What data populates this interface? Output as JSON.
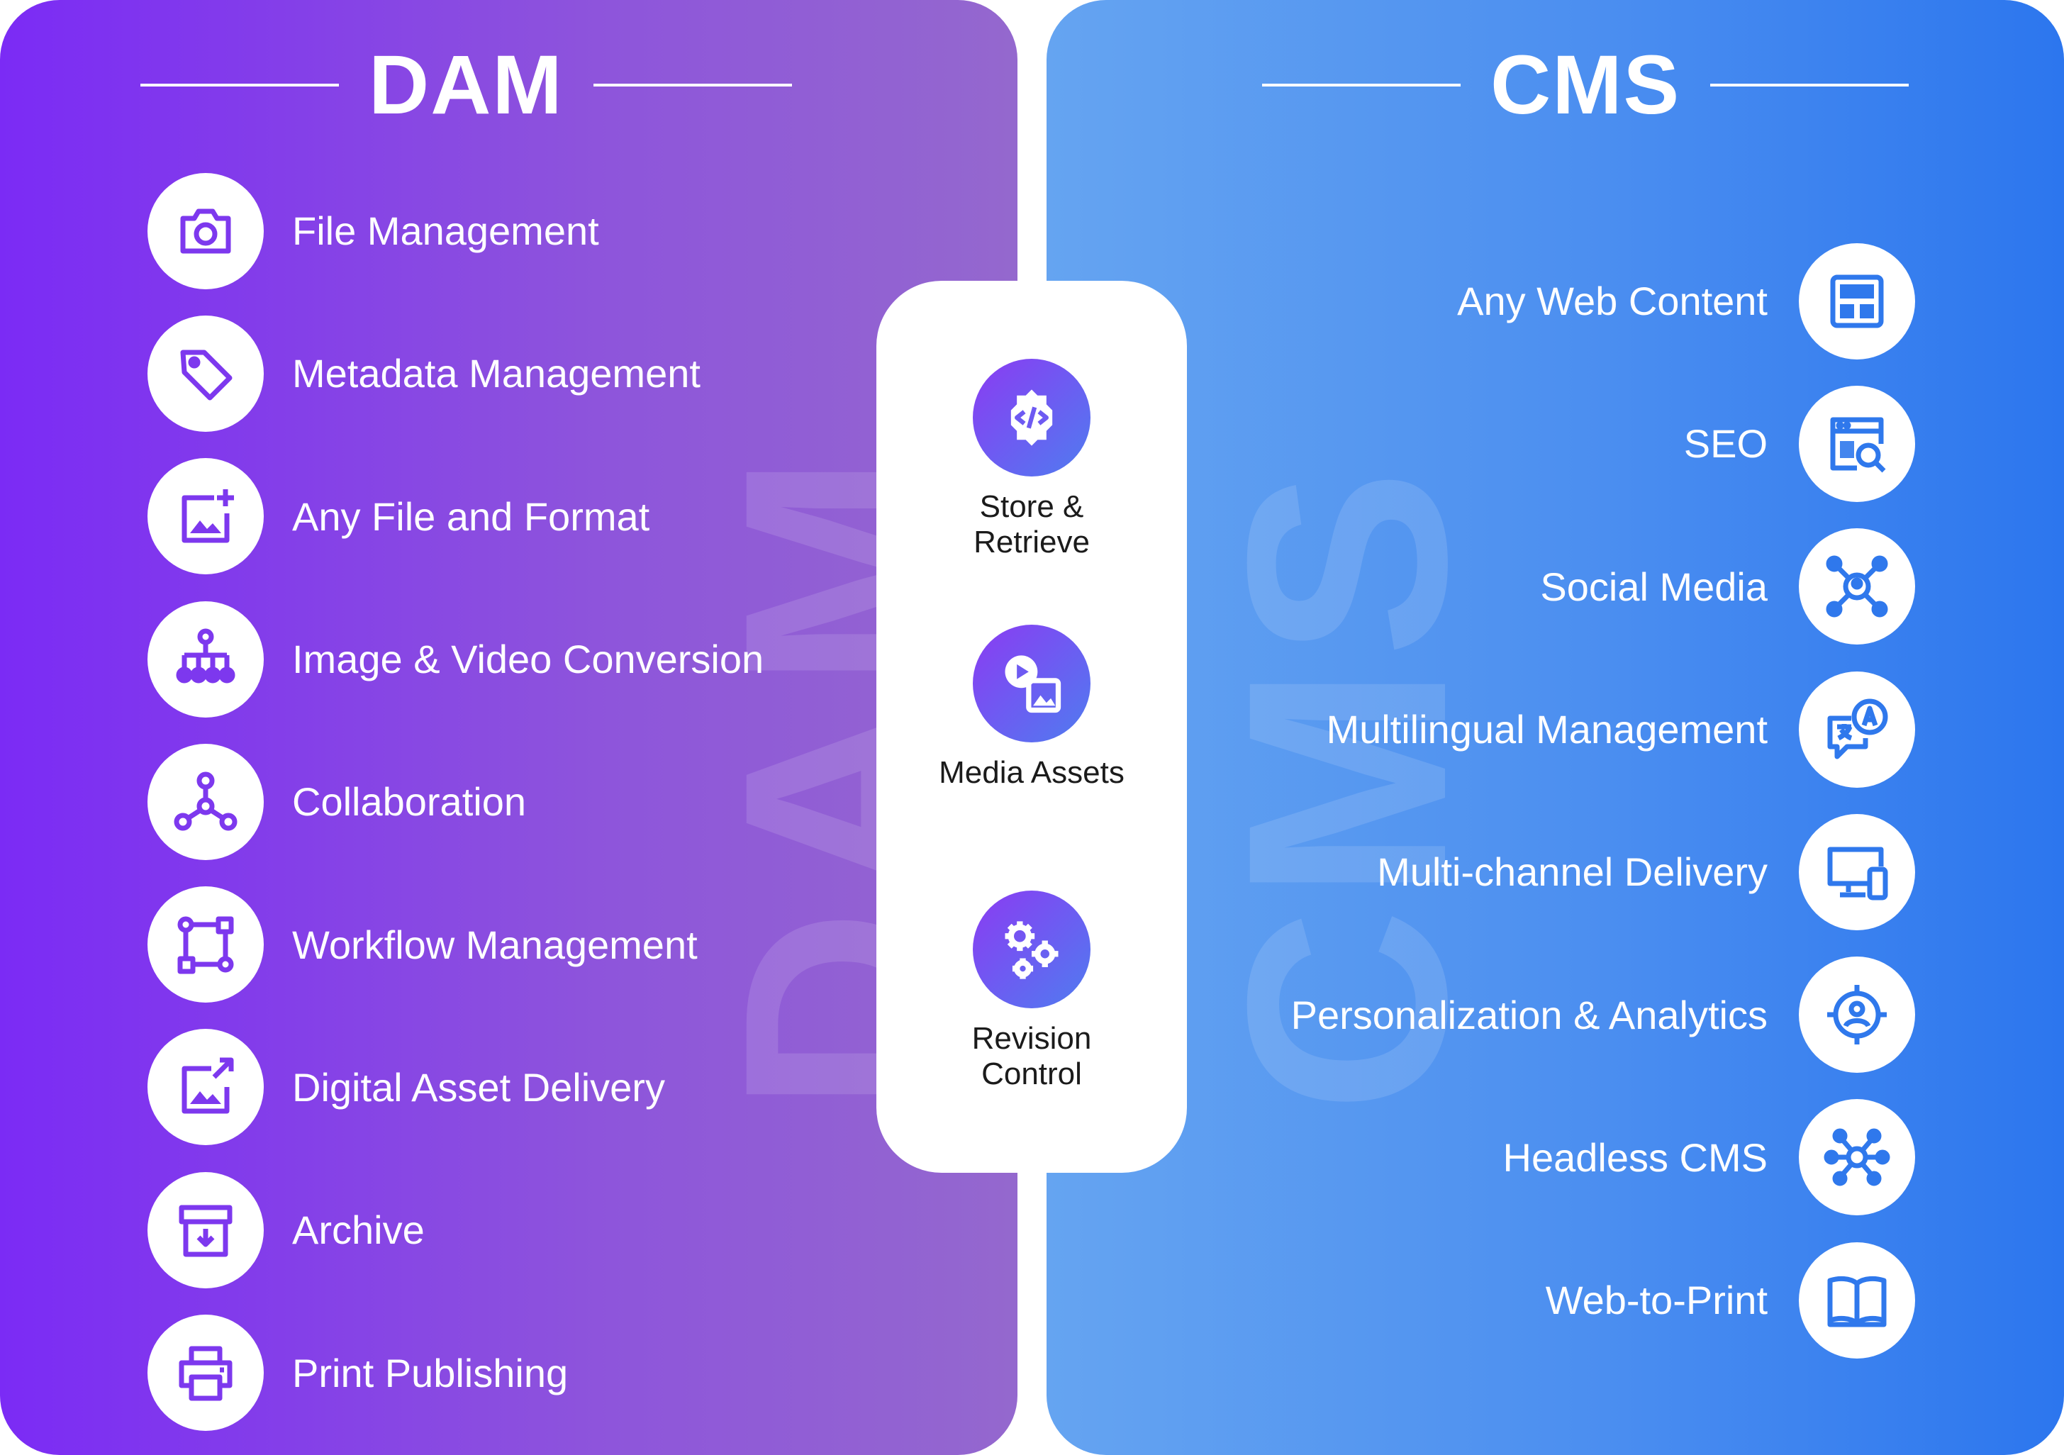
{
  "dam": {
    "title": "DAM",
    "watermark": "DAM",
    "items": [
      {
        "label": "File Management",
        "icon": "camera-icon"
      },
      {
        "label": "Metadata Management",
        "icon": "tag-icon"
      },
      {
        "label": "Any File and Format",
        "icon": "image-add-icon"
      },
      {
        "label": "Image & Video Conversion",
        "icon": "hierarchy-icon"
      },
      {
        "label": "Collaboration",
        "icon": "network-icon"
      },
      {
        "label": "Workflow Management",
        "icon": "workflow-icon"
      },
      {
        "label": "Digital Asset Delivery",
        "icon": "image-share-icon"
      },
      {
        "label": "Archive",
        "icon": "archive-icon"
      },
      {
        "label": "Print Publishing",
        "icon": "printer-icon"
      }
    ]
  },
  "shared": {
    "items": [
      {
        "label": "Store & Retrieve",
        "icon": "code-gear-icon"
      },
      {
        "label": "Media Assets",
        "icon": "media-icon"
      },
      {
        "label": "Revision Control",
        "icon": "gears-icon"
      }
    ]
  },
  "cms": {
    "title": "CMS",
    "watermark": "CMS",
    "items": [
      {
        "label": "Any Web Content",
        "icon": "layout-icon"
      },
      {
        "label": "SEO",
        "icon": "browser-search-icon"
      },
      {
        "label": "Social Media",
        "icon": "social-network-icon"
      },
      {
        "label": "Multilingual Management",
        "icon": "translate-icon"
      },
      {
        "label": "Multi-channel Delivery",
        "icon": "devices-icon"
      },
      {
        "label": "Personalization & Analytics",
        "icon": "target-user-icon"
      },
      {
        "label": "Headless CMS",
        "icon": "hub-icon"
      },
      {
        "label": "Web-to-Print",
        "icon": "book-icon"
      }
    ]
  },
  "colors": {
    "dam_gradient_start": "#7B2BF5",
    "dam_gradient_end": "#9468CE",
    "cms_gradient_start": "#65A4F1",
    "cms_gradient_end": "#2C76EE",
    "center_card": "#FFFFFF"
  }
}
